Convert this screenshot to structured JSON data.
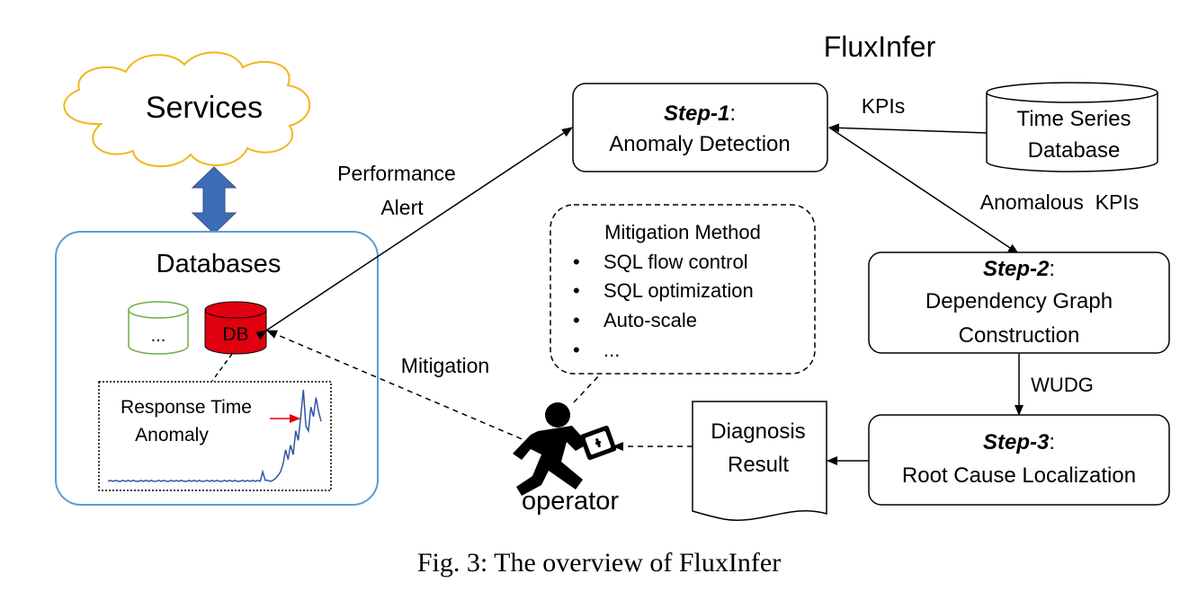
{
  "title": "FluxInfer",
  "caption": "Fig. 3: The overview of FluxInfer",
  "services": {
    "label": "Services"
  },
  "databases": {
    "label": "Databases",
    "db_small_label": "...",
    "db_main_label": "DB",
    "anomaly_label_line1": "Response Time",
    "anomaly_label_line2": "Anomaly",
    "anomaly_series": [
      0.02,
      0.03,
      0.02,
      0.03,
      0.02,
      0.02,
      0.03,
      0.02,
      0.03,
      0.02,
      0.03,
      0.02,
      0.02,
      0.03,
      0.02,
      0.03,
      0.02,
      0.03,
      0.02,
      0.02,
      0.03,
      0.02,
      0.03,
      0.02,
      0.02,
      0.03,
      0.02,
      0.03,
      0.02,
      0.03,
      0.02,
      0.02,
      0.03,
      0.02,
      0.03,
      0.02,
      0.03,
      0.02,
      0.02,
      0.03,
      0.02,
      0.03,
      0.02,
      0.03,
      0.02,
      0.02,
      0.03,
      0.02,
      0.03,
      0.02,
      0.03,
      0.02,
      0.02,
      0.03,
      0.02,
      0.03,
      0.02,
      0.03,
      0.02,
      0.03,
      0.02,
      0.12,
      0.03,
      0.03,
      0.02,
      0.03,
      0.05,
      0.08,
      0.12,
      0.2,
      0.35,
      0.25,
      0.4,
      0.3,
      0.55,
      0.45,
      0.7,
      0.98,
      0.6,
      0.55,
      0.8,
      0.7,
      0.9,
      0.75,
      0.65
    ]
  },
  "edges": {
    "performance_alert_line1": "Performance",
    "performance_alert_line2": "Alert",
    "kpis": "KPIs",
    "anomalous_kpis": "Anomalous  KPIs",
    "wudg": "WUDG",
    "mitigation": "Mitigation"
  },
  "time_series_db": {
    "line1": "Time Series",
    "line2": "Database"
  },
  "step1": {
    "step": "Step-1",
    "colon": ":",
    "name": "Anomaly Detection"
  },
  "step2": {
    "step": "Step-2",
    "colon": ":",
    "line1": "Dependency Graph",
    "line2": "Construction"
  },
  "step3": {
    "step": "Step-3",
    "colon": ":",
    "name": "Root Cause Localization"
  },
  "diagnosis": {
    "line1": "Diagnosis",
    "line2": "Result"
  },
  "mitigation_method": {
    "title": "Mitigation Method",
    "items": [
      "SQL flow control",
      "SQL optimization",
      "Auto-scale",
      "..."
    ]
  },
  "operator": {
    "label": "operator",
    "icon": "operator-runner-with-kit-icon"
  },
  "colors": {
    "cloud_stroke": "#F2B51D",
    "arrow_blue": "#3E6DB5",
    "databases_border": "#5B9BD5",
    "db_red": "#E0000F",
    "db_green": "#70AD47",
    "chart_line": "#2F55A4",
    "anomaly_arrow": "#E0000F"
  }
}
